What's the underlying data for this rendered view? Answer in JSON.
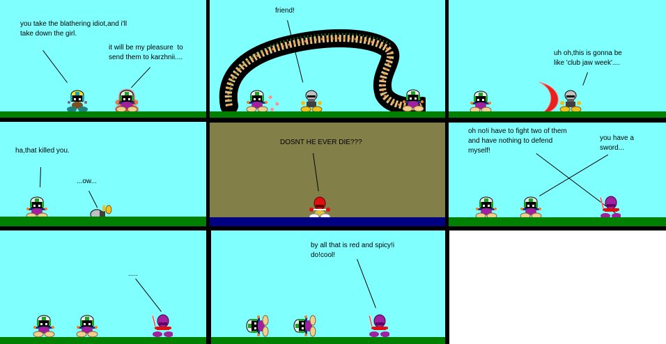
{
  "comic": {
    "panels": [
      {
        "id": "p1",
        "dialogue": [
          {
            "speaker": "left-character",
            "text": "you take the blathering idiot,and i'll\ntake down the girl."
          },
          {
            "speaker": "right-character",
            "text": "it will be my pleasure  to\nsend them to karzhnii...."
          }
        ]
      },
      {
        "id": "p2",
        "dialogue": [
          {
            "speaker": "gray-character",
            "text": "friend!"
          }
        ],
        "scene": "giant armored serpent arches over three characters"
      },
      {
        "id": "p3",
        "dialogue": [
          {
            "speaker": "gray-character",
            "text": "uh oh,this is gonna be\nlike 'club jaw week'...."
          }
        ],
        "scene": "red crescent slash approaches gray character"
      },
      {
        "id": "p4",
        "dialogue": [
          {
            "speaker": "green-helmet-character",
            "text": "ha,that killed you."
          },
          {
            "speaker": "fallen-gray-character",
            "text": "...ow..."
          }
        ]
      },
      {
        "id": "p5",
        "dialogue": [
          {
            "speaker": "red-character",
            "text": "DOSNT HE EVER DIE???"
          }
        ],
        "background": "#837f48",
        "ground": "#000080"
      },
      {
        "id": "p6",
        "dialogue": [
          {
            "speaker": "purple-sword-character",
            "text": "oh no!i have to fight two of them\nand have nothing to defend\nmyself!"
          },
          {
            "speaker": "middle-character",
            "text": "you have a\nsword..."
          }
        ]
      },
      {
        "id": "p7",
        "dialogue": [
          {
            "speaker": "purple-sword-character",
            "text": "....."
          }
        ]
      },
      {
        "id": "p8",
        "dialogue": [
          {
            "speaker": "purple-sword-character",
            "text": "by all that is red and spicy!i\ndo!cool!"
          }
        ],
        "scene": "two defeated characters lying on the ground"
      },
      {
        "id": "p9",
        "dialogue": [],
        "background": "#ffffff"
      }
    ]
  },
  "colors": {
    "sky": "#80ffff",
    "grass": "#008000",
    "border": "#000000",
    "brown_bg": "#837f48",
    "navy_floor": "#000080"
  }
}
